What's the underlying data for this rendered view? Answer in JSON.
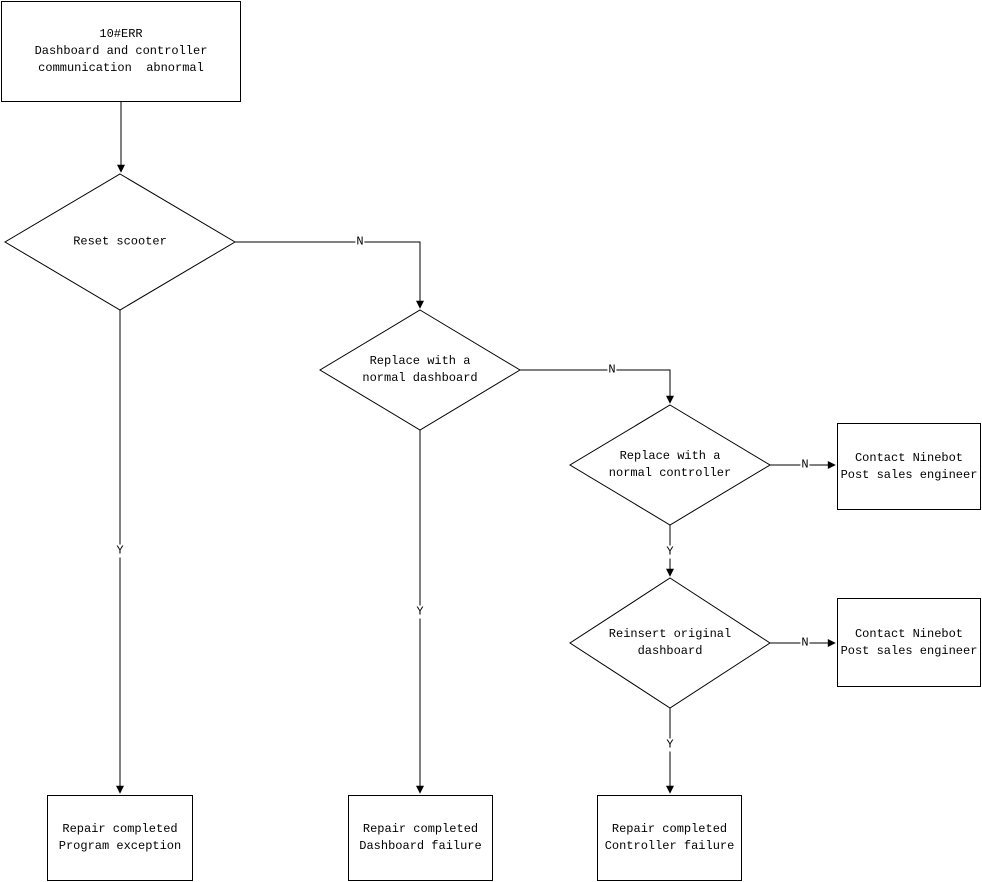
{
  "diagram": {
    "type": "flowchart",
    "colors": {
      "line": "#000000",
      "background": "#ffffff",
      "text": "#000000"
    },
    "nodes": {
      "start": {
        "shape": "rect",
        "lines": [
          "10#ERR",
          "Dashboard and controller",
          "communication  abnormal"
        ]
      },
      "reset_scooter": {
        "shape": "diamond",
        "lines": [
          "Reset scooter"
        ]
      },
      "replace_dashboard": {
        "shape": "diamond",
        "lines": [
          "Replace with a",
          "normal dashboard"
        ]
      },
      "replace_controller": {
        "shape": "diamond",
        "lines": [
          "Replace with a",
          "normal controller"
        ]
      },
      "reinsert_dashboard": {
        "shape": "diamond",
        "lines": [
          "Reinsert original",
          "dashboard"
        ]
      },
      "contact_ninebot_1": {
        "shape": "rect",
        "lines": [
          "Contact Ninebot",
          "Post sales engineer"
        ]
      },
      "contact_ninebot_2": {
        "shape": "rect",
        "lines": [
          "Contact Ninebot",
          "Post sales engineer"
        ]
      },
      "repair_program": {
        "shape": "rect",
        "lines": [
          "Repair completed",
          "Program exception"
        ]
      },
      "repair_dashboard": {
        "shape": "rect",
        "lines": [
          "Repair completed",
          "Dashboard failure"
        ]
      },
      "repair_controller": {
        "shape": "rect",
        "lines": [
          "Repair completed",
          "Controller failure"
        ]
      }
    },
    "edges": [
      {
        "from": "start",
        "to": "reset_scooter",
        "label": ""
      },
      {
        "from": "reset_scooter",
        "to": "replace_dashboard",
        "label": "N"
      },
      {
        "from": "reset_scooter",
        "to": "repair_program",
        "label": "Y"
      },
      {
        "from": "replace_dashboard",
        "to": "replace_controller",
        "label": "N"
      },
      {
        "from": "replace_dashboard",
        "to": "repair_dashboard",
        "label": "Y"
      },
      {
        "from": "replace_controller",
        "to": "contact_ninebot_1",
        "label": "N"
      },
      {
        "from": "replace_controller",
        "to": "reinsert_dashboard",
        "label": "Y"
      },
      {
        "from": "reinsert_dashboard",
        "to": "contact_ninebot_2",
        "label": "N"
      },
      {
        "from": "reinsert_dashboard",
        "to": "repair_controller",
        "label": "Y"
      }
    ]
  }
}
